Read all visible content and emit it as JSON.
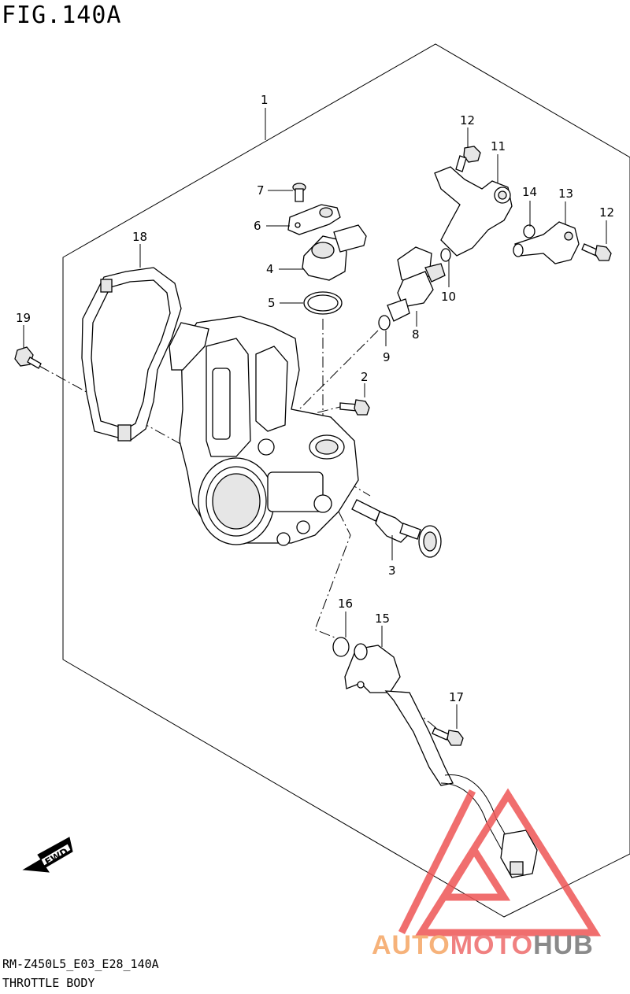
{
  "figure": {
    "title": "FIG.140A",
    "code": "RM-Z450L5_E03_E28_140A",
    "name": "THROTTLE BODY",
    "fwd_label": "FWD"
  },
  "callouts": [
    {
      "id": "c1",
      "label": "1"
    },
    {
      "id": "c2",
      "label": "2"
    },
    {
      "id": "c3",
      "label": "3"
    },
    {
      "id": "c4",
      "label": "4"
    },
    {
      "id": "c5",
      "label": "5"
    },
    {
      "id": "c6",
      "label": "6"
    },
    {
      "id": "c7",
      "label": "7"
    },
    {
      "id": "c8",
      "label": "8"
    },
    {
      "id": "c9",
      "label": "9"
    },
    {
      "id": "c10",
      "label": "10"
    },
    {
      "id": "c11",
      "label": "11"
    },
    {
      "id": "c12a",
      "label": "12"
    },
    {
      "id": "c12b",
      "label": "12"
    },
    {
      "id": "c13",
      "label": "13"
    },
    {
      "id": "c14",
      "label": "14"
    },
    {
      "id": "c15",
      "label": "15"
    },
    {
      "id": "c16",
      "label": "16"
    },
    {
      "id": "c17",
      "label": "17"
    },
    {
      "id": "c18",
      "label": "18"
    },
    {
      "id": "c19",
      "label": "19"
    }
  ],
  "watermark": {
    "part1": "AUTO",
    "part2": "MOTO",
    "part3": "HUB",
    "color1": "#f6b27a",
    "color2": "#f08080",
    "color3": "#8a8a8a",
    "triangle_color": "#ee5555"
  }
}
